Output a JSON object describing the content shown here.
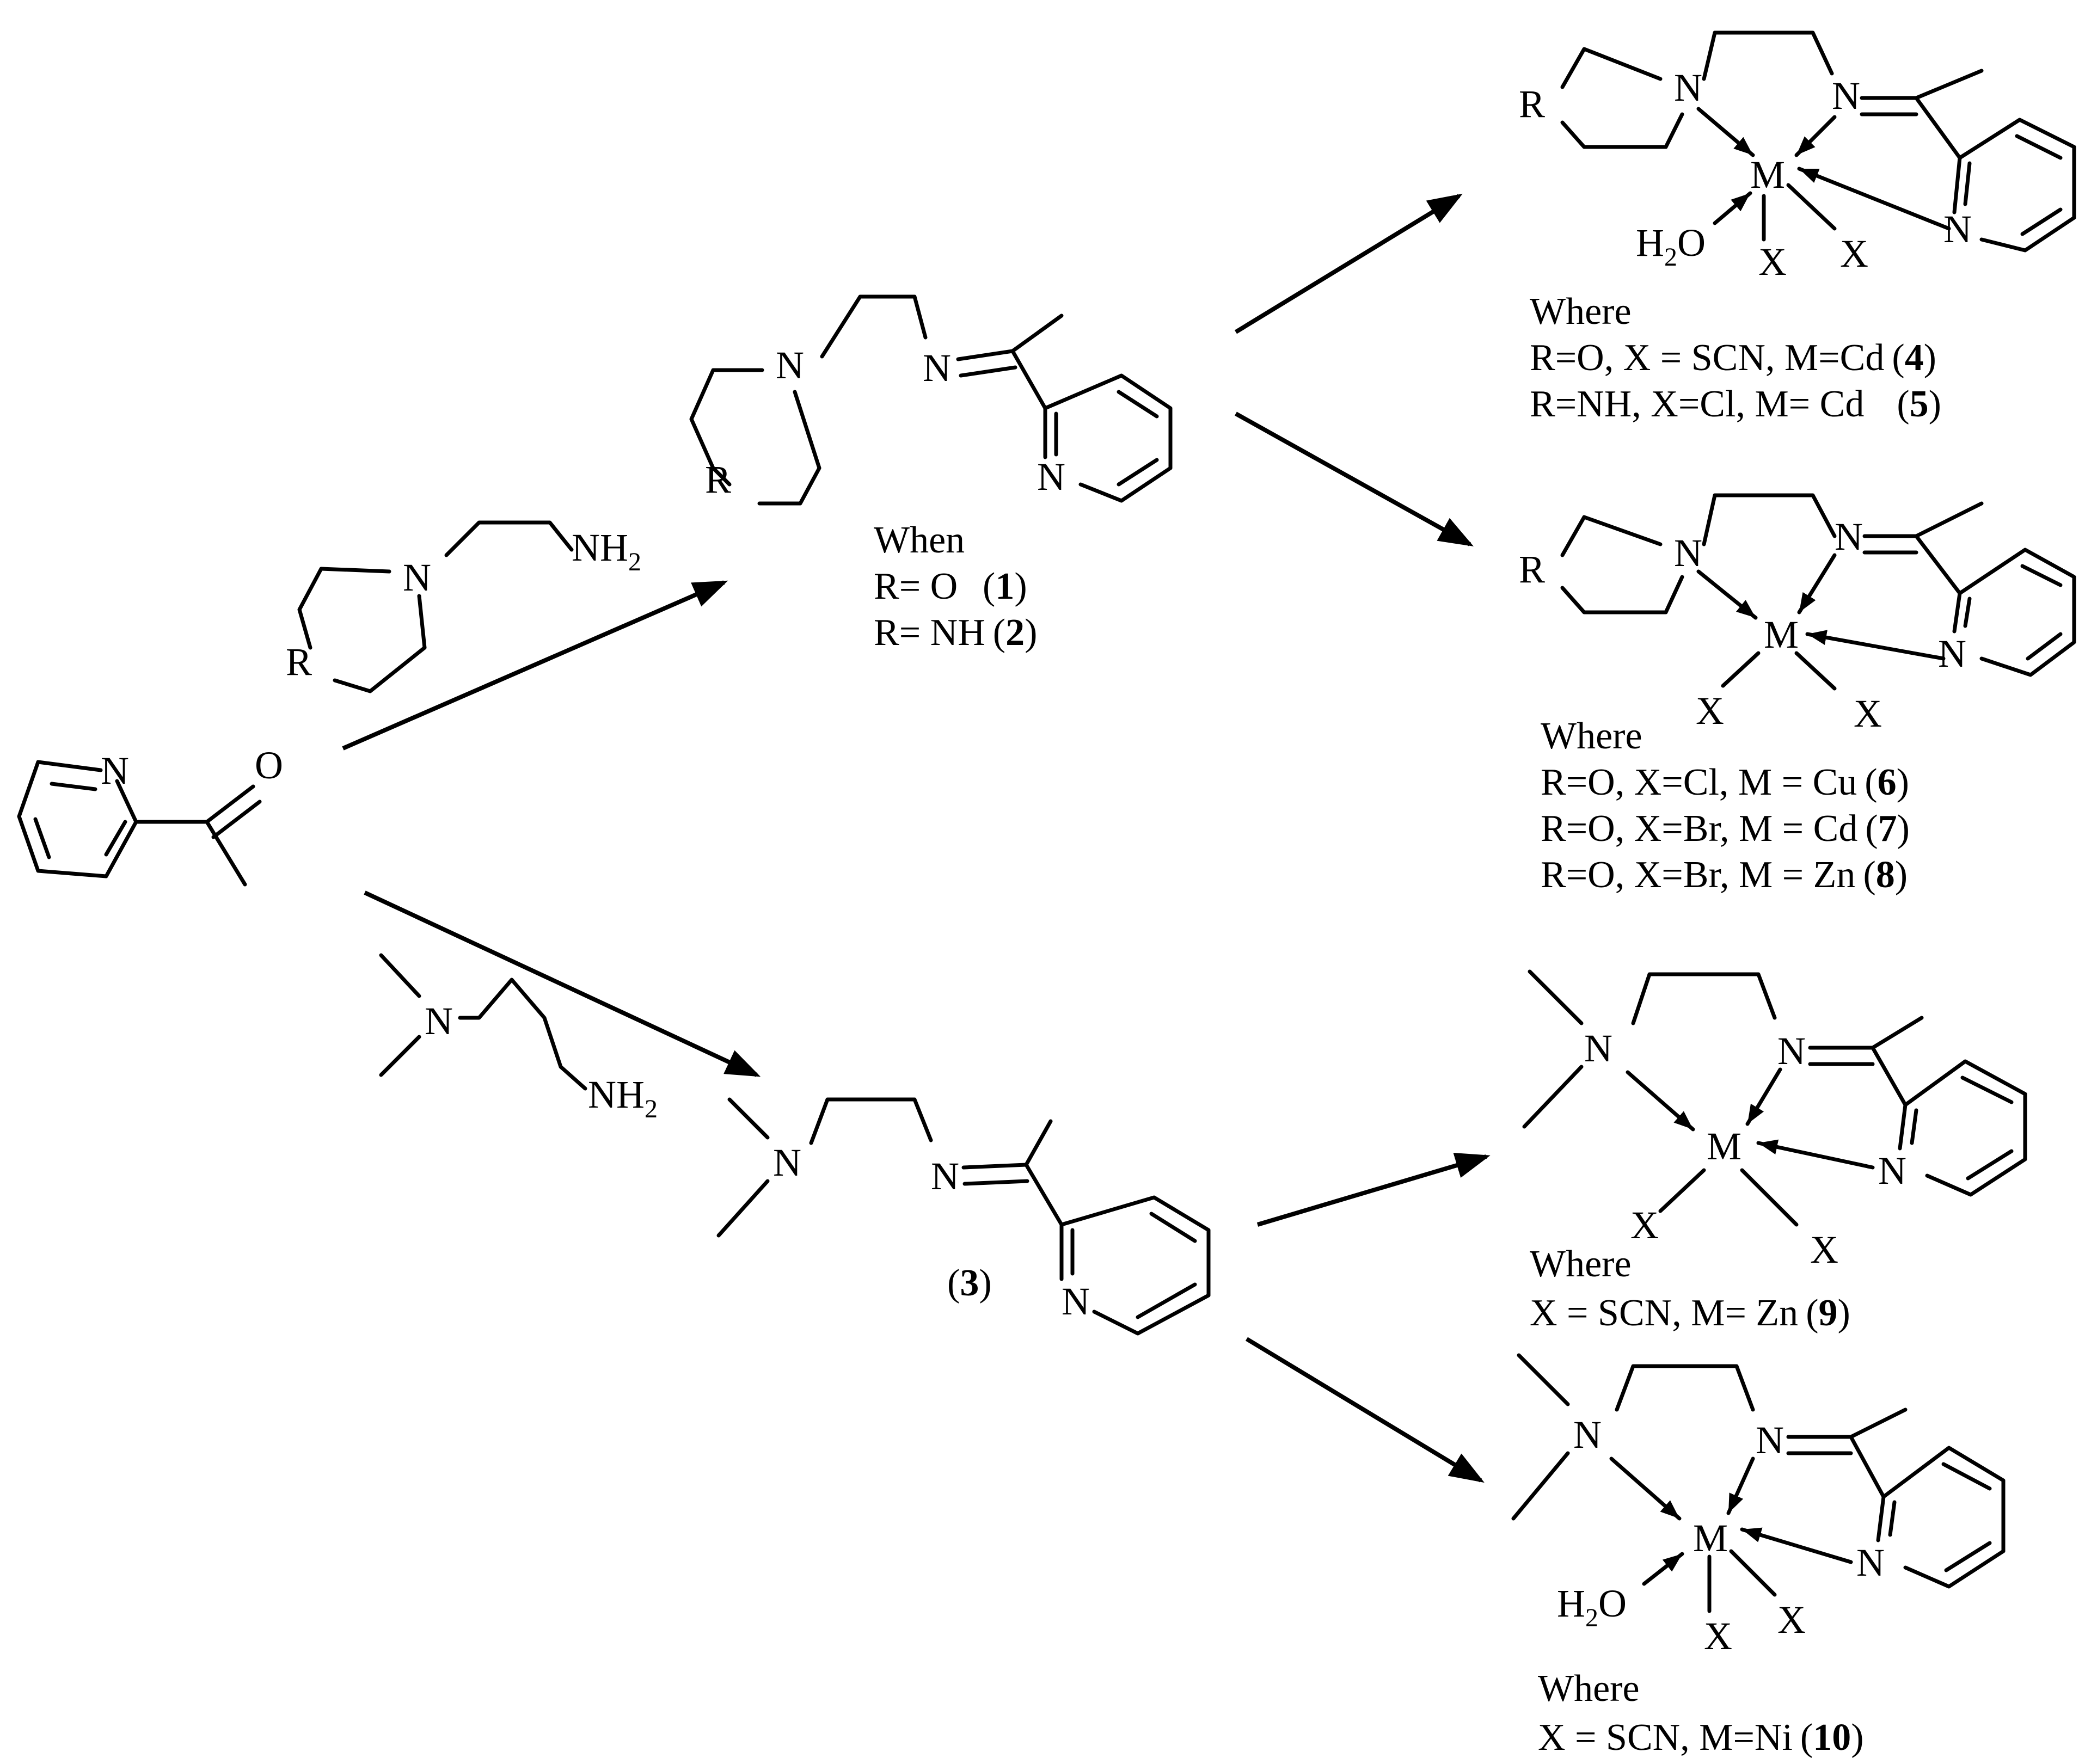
{
  "atoms": {
    "N": "N",
    "O": "O",
    "R": "R",
    "M": "M",
    "X": "X",
    "NH": "NH",
    "two": "2",
    "H": "H"
  },
  "captions": {
    "when": "When",
    "where": "Where",
    "r_o": "R= O",
    "r_nh": "R= NH",
    "lp": "(",
    "rp": ")",
    "c4": "R=O, X = SCN, M=Cd",
    "c5": "R=NH, X=Cl, M= Cd",
    "c6": "R=O, X=Cl, M = Cu",
    "c7": "R=O, X=Br, M = Cd",
    "c8": "R=O, X=Br, M = Zn",
    "c9": "X = SCN, M= Zn",
    "c10": "X = SCN, M=Ni"
  },
  "compounds": [
    "1",
    "2",
    "3",
    "4",
    "5",
    "6",
    "7",
    "8",
    "9",
    "10"
  ]
}
